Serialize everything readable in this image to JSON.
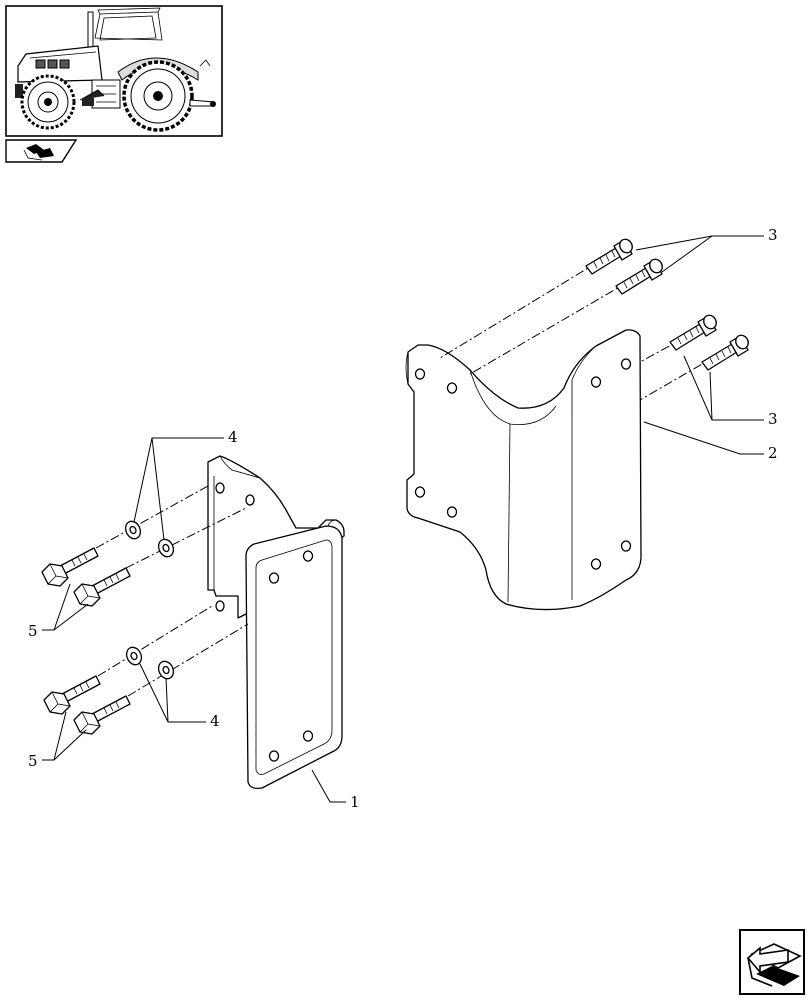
{
  "callouts": {
    "part_1": "1",
    "part_2": "2",
    "part_3a": "3",
    "part_3b": "3",
    "part_4a": "4",
    "part_4b": "4",
    "part_5a": "5",
    "part_5b": "5"
  },
  "icons": {
    "thumbnail": "tractor-icon",
    "section_tab": "section-tab-icon",
    "navigation": "next-page-arrow-icon"
  }
}
